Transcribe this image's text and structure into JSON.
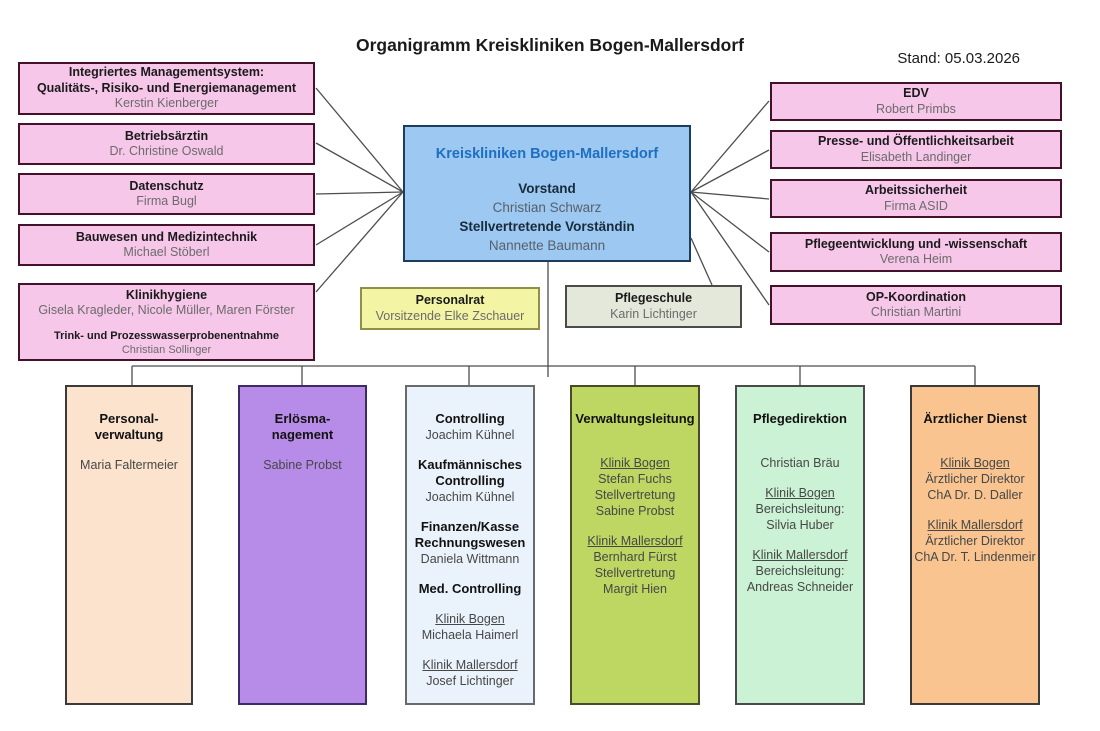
{
  "page": {
    "title": "Organigramm Kreiskliniken Bogen-Mallersdorf",
    "stand": "Stand: 05.03.2026"
  },
  "colors": {
    "line": "#4d4d4d",
    "pink_fill": "#f7c7ea",
    "pink_border": "#45102a",
    "blue_fill": "#9cc8f2",
    "blue_border": "#1c3e5e",
    "org_title_text": "#1e6fc0"
  },
  "board": {
    "org": "Kreiskliniken Bogen-Mallersdorf",
    "role1": "Vorstand",
    "name1": "Christian Schwarz",
    "role2": "Stellvertretende Vorständin",
    "name2": "Nannette Baumann"
  },
  "left_boxes": [
    {
      "title": "Integriertes Managementsystem:\nQualitäts-, Risiko- und Energiemanagement",
      "name": "Kerstin Kienberger"
    },
    {
      "title": "Betriebsärztin",
      "name": "Dr. Christine Oswald"
    },
    {
      "title": "Datenschutz",
      "name": "Firma Bugl"
    },
    {
      "title": "Bauwesen und Medizintechnik",
      "name": "Michael Stöberl"
    },
    {
      "title": "Klinikhygiene",
      "name": "Gisela Kragleder, Nicole Müller, Maren Förster",
      "sub_title": "Trink- und Prozesswasserprobenentnahme",
      "sub_name": "Christian Sollinger"
    }
  ],
  "right_boxes": [
    {
      "title": "EDV",
      "name": "Robert Primbs"
    },
    {
      "title": "Presse- und Öffentlichkeitsarbeit",
      "name": "Elisabeth Landinger"
    },
    {
      "title": "Arbeitssicherheit",
      "name": "Firma ASID"
    },
    {
      "title": "Pflegeentwicklung und -wissenschaft",
      "name": "Verena Heim"
    },
    {
      "title": "OP-Koordination",
      "name": "Christian Martini"
    }
  ],
  "personalrat": {
    "title": "Personalrat",
    "name": "Vorsitzende Elke Zschauer",
    "fill": "#f3f5a4",
    "border": "#8f8f4a"
  },
  "pflegeschule": {
    "title": "Pflegeschule",
    "name": "Karin Lichtinger",
    "fill": "#e4e8da",
    "border": "#4a4a4a"
  },
  "departments": [
    {
      "id": "personalverwaltung",
      "fill": "#fbe3cd",
      "border": "#3a3a3a",
      "lines": [
        {
          "text": "Personal-",
          "style": "b"
        },
        {
          "text": "verwaltung",
          "style": "b"
        },
        {
          "style": "g"
        },
        {
          "text": "Maria Faltermeier",
          "style": "n"
        }
      ]
    },
    {
      "id": "erloesmanagement",
      "fill": "#b78ce8",
      "border": "#3f2b63",
      "lines": [
        {
          "text": "Erlösma-",
          "style": "b"
        },
        {
          "text": "nagement",
          "style": "b"
        },
        {
          "style": "g"
        },
        {
          "text": "Sabine Probst",
          "style": "n"
        }
      ]
    },
    {
      "id": "controlling",
      "fill": "#eaf2fb",
      "border": "#6a6a6a",
      "lines": [
        {
          "text": "Controlling",
          "style": "b"
        },
        {
          "text": "Joachim Kühnel",
          "style": "n"
        },
        {
          "style": "g"
        },
        {
          "text": "Kaufmännisches",
          "style": "b"
        },
        {
          "text": "Controlling",
          "style": "b"
        },
        {
          "text": "Joachim Kühnel",
          "style": "n"
        },
        {
          "style": "g"
        },
        {
          "text": "Finanzen/Kasse",
          "style": "b"
        },
        {
          "text": "Rechnungswesen",
          "style": "b"
        },
        {
          "text": "Daniela Wittmann",
          "style": "n"
        },
        {
          "style": "g"
        },
        {
          "text": "Med. Controlling",
          "style": "b"
        },
        {
          "style": "g"
        },
        {
          "text": "Klinik Bogen",
          "style": "u"
        },
        {
          "text": "Michaela Haimerl",
          "style": "n"
        },
        {
          "style": "g"
        },
        {
          "text": "Klinik Mallersdorf",
          "style": "u"
        },
        {
          "text": "Josef Lichtinger",
          "style": "n"
        }
      ]
    },
    {
      "id": "verwaltungsleitung",
      "fill": "#bed762",
      "border": "#4a4a2a",
      "lines": [
        {
          "text": "Verwaltungsleitung",
          "style": "b"
        },
        {
          "style": "g"
        },
        {
          "style": "g"
        },
        {
          "text": "Klinik Bogen",
          "style": "u"
        },
        {
          "text": "Stefan Fuchs",
          "style": "n"
        },
        {
          "text": "Stellvertretung",
          "style": "n"
        },
        {
          "text": "Sabine Probst",
          "style": "n"
        },
        {
          "style": "g"
        },
        {
          "text": "Klinik Mallersdorf",
          "style": "u"
        },
        {
          "text": "Bernhard Fürst",
          "style": "n"
        },
        {
          "text": "Stellvertretung",
          "style": "n"
        },
        {
          "text": "Margit Hien",
          "style": "n"
        }
      ]
    },
    {
      "id": "pflegedirektion",
      "fill": "#cbf2d5",
      "border": "#4a4a4a",
      "lines": [
        {
          "text": "Pflegedirektion",
          "style": "b"
        },
        {
          "style": "g"
        },
        {
          "style": "g"
        },
        {
          "text": "Christian Bräu",
          "style": "n"
        },
        {
          "style": "g"
        },
        {
          "text": "Klinik Bogen",
          "style": "u"
        },
        {
          "text": "Bereichsleitung:",
          "style": "n"
        },
        {
          "text": "Silvia Huber",
          "style": "n"
        },
        {
          "style": "g"
        },
        {
          "text": "Klinik Mallersdorf",
          "style": "u"
        },
        {
          "text": "Bereichsleitung:",
          "style": "n"
        },
        {
          "text": "Andreas Schneider",
          "style": "n"
        }
      ]
    },
    {
      "id": "aerztlicher-dienst",
      "fill": "#f9c490",
      "border": "#3a3a3a",
      "lines": [
        {
          "text": "Ärztlicher Dienst",
          "style": "b"
        },
        {
          "style": "g"
        },
        {
          "style": "g"
        },
        {
          "text": "Klinik Bogen",
          "style": "u"
        },
        {
          "text": "Ärztlicher Direktor",
          "style": "n"
        },
        {
          "text": "ChA Dr. D. Daller",
          "style": "n"
        },
        {
          "style": "g"
        },
        {
          "text": "Klinik Mallersdorf",
          "style": "u"
        },
        {
          "text": "Ärztlicher Direktor",
          "style": "n"
        },
        {
          "text": "ChA Dr. T. Lindenmeir",
          "style": "n"
        }
      ]
    }
  ]
}
